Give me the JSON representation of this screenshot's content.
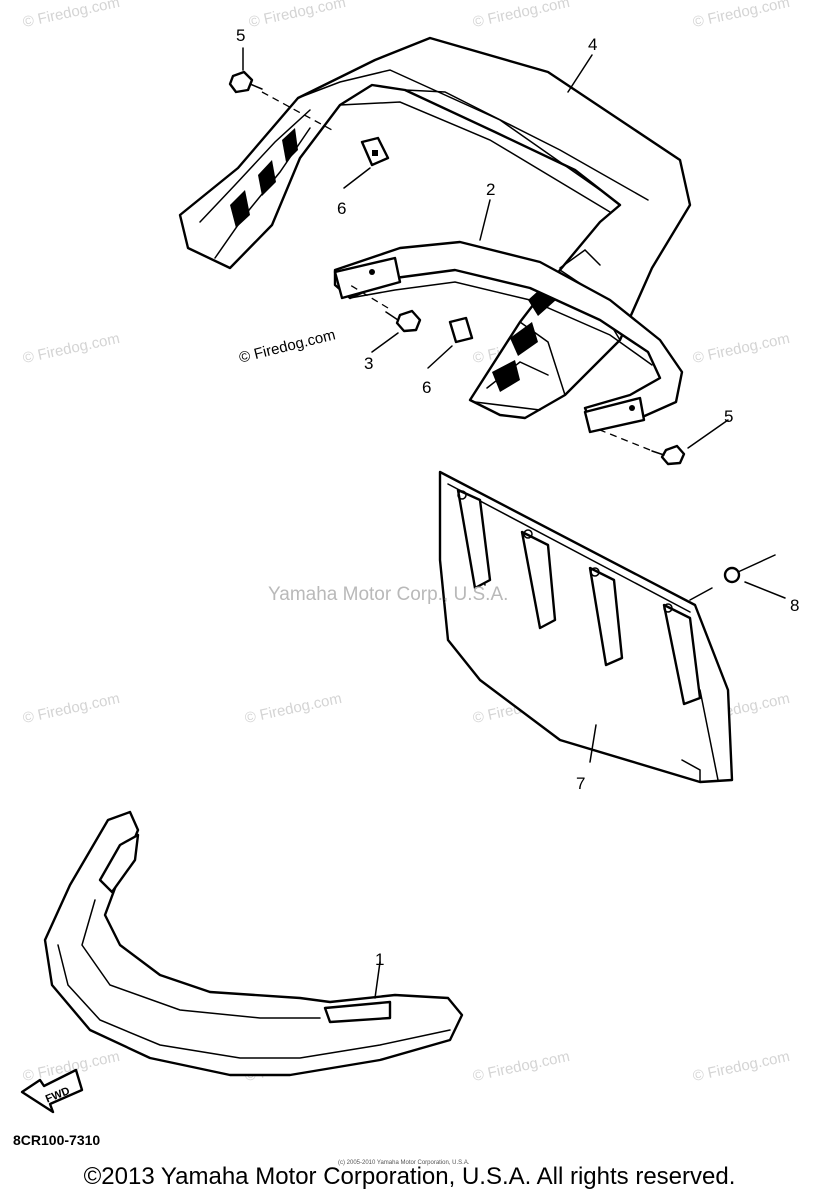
{
  "watermarks": {
    "repeat_text": "© Firedog.com",
    "center_text": "Yamaha Motor Corp., U.S.A.",
    "diagram_label": "© Firedog.com"
  },
  "callouts": {
    "c1": "1",
    "c2": "2",
    "c3": "3",
    "c4": "4",
    "c5_top": "5",
    "c5_right": "5",
    "c6_top": "6",
    "c6_mid": "6",
    "c7": "7",
    "c8": "8"
  },
  "fwd_label": "FWD",
  "diagram_code": "8CR100-7310",
  "footer_small": "(c) 2005-2010 Yamaha Motor Corporation, U.S.A.",
  "copyright": "©2013 Yamaha Motor Corporation, U.S.A. All rights reserved."
}
